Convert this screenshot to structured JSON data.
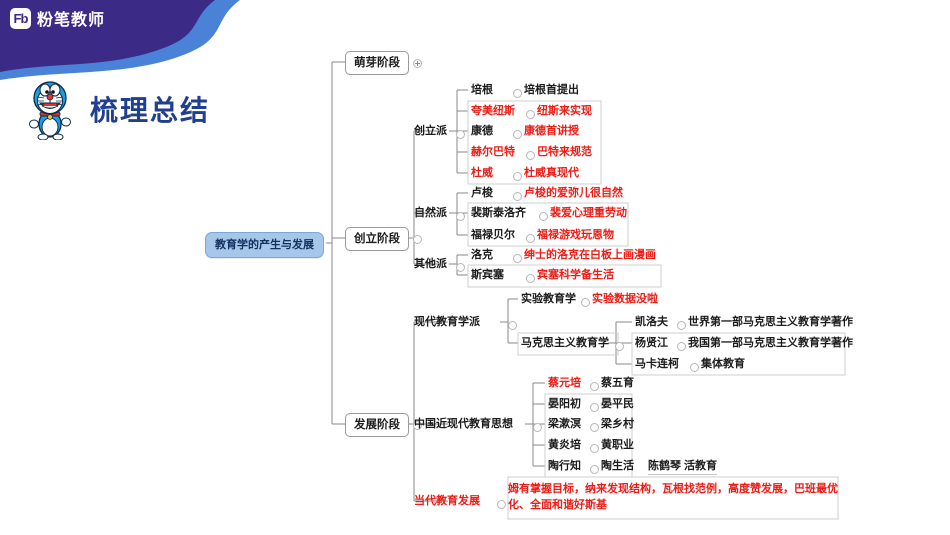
{
  "header": {
    "brand_mark": "Fb",
    "brand_text": "粉笔教师",
    "title": "梳理总结",
    "colors": {
      "banner_dark": "#3b2a86",
      "banner_blue": "#4a82d8",
      "title_blue": "#1f3f8f",
      "root_fill": "#a6c6ea",
      "red": "#ee1c16"
    }
  },
  "mindmap": {
    "root": "教育学的产生与发展",
    "stages": [
      {
        "label": "萌芽阶段",
        "toggle": "plus"
      },
      {
        "label": "创立阶段",
        "toggle": "circle"
      },
      {
        "label": "发展阶段",
        "toggle": "circle"
      }
    ],
    "groups": [
      {
        "name": "创立派",
        "color": "plain",
        "items": [
          {
            "person": "培根",
            "person_color": "plain",
            "note": "培根首提出",
            "note_color": "plain"
          },
          {
            "person": "夸美纽斯",
            "person_color": "red",
            "note": "纽斯来实现",
            "note_color": "red"
          },
          {
            "person": "康德",
            "person_color": "plain",
            "note": "康德首讲授",
            "note_color": "red"
          },
          {
            "person": "赫尔巴特",
            "person_color": "red",
            "note": "巴特来规范",
            "note_color": "red"
          },
          {
            "person": "杜威",
            "person_color": "red",
            "note": "杜威真现代",
            "note_color": "red"
          }
        ]
      },
      {
        "name": "自然派",
        "color": "plain",
        "items": [
          {
            "person": "卢梭",
            "person_color": "plain",
            "note": "卢梭的爱弥儿很自然",
            "note_color": "red"
          },
          {
            "person": "裴斯泰洛齐",
            "person_color": "plain",
            "note": "裴爱心理重劳动",
            "note_color": "red"
          },
          {
            "person": "福禄贝尔",
            "person_color": "plain",
            "note": "福禄游戏玩恩物",
            "note_color": "red"
          }
        ]
      },
      {
        "name": "其他派",
        "color": "plain",
        "items": [
          {
            "person": "洛克",
            "person_color": "plain",
            "note": "绅士的洛克在白板上画漫画",
            "note_color": "red"
          },
          {
            "person": "斯宾塞",
            "person_color": "plain",
            "note": "宾塞科学备生活",
            "note_color": "red"
          }
        ]
      },
      {
        "name": "现代教育学派",
        "color": "plain",
        "items": [
          {
            "person": "实验教育学",
            "person_color": "plain",
            "note": "实验数据没啦",
            "note_color": "red"
          }
        ]
      },
      {
        "name": "马克思主义教育学",
        "color": "plain",
        "items": [
          {
            "person": "凯洛夫",
            "person_color": "plain",
            "note": "世界第一部马克思主义教育学著作",
            "note_color": "plain"
          },
          {
            "person": "杨贤江",
            "person_color": "plain",
            "note": "我国第一部马克思主义教育学著作",
            "note_color": "plain"
          },
          {
            "person": "马卡连柯",
            "person_color": "plain",
            "note": "集体教育",
            "note_color": "plain"
          }
        ]
      },
      {
        "name": "中国近现代教育思想",
        "color": "plain",
        "items": [
          {
            "person": "蔡元培",
            "person_color": "red",
            "note": "蔡五育",
            "note_color": "plain"
          },
          {
            "person": "晏阳初",
            "person_color": "plain",
            "note": "晏平民",
            "note_color": "plain"
          },
          {
            "person": "梁漱溟",
            "person_color": "plain",
            "note": "梁乡村",
            "note_color": "plain"
          },
          {
            "person": "黄炎培",
            "person_color": "plain",
            "note": "黄职业",
            "note_color": "plain"
          },
          {
            "person": "陶行知",
            "person_color": "plain",
            "note": "陶生活",
            "note_color": "plain"
          }
        ],
        "extra_note": "陈鹤琴 活教育"
      },
      {
        "name": "当代教育发展",
        "color": "red",
        "summary": "姆有掌握目标，纳来发现结构，瓦根找范例，高度赞发展，巴班最优化、全面和谐好斯基"
      }
    ]
  }
}
